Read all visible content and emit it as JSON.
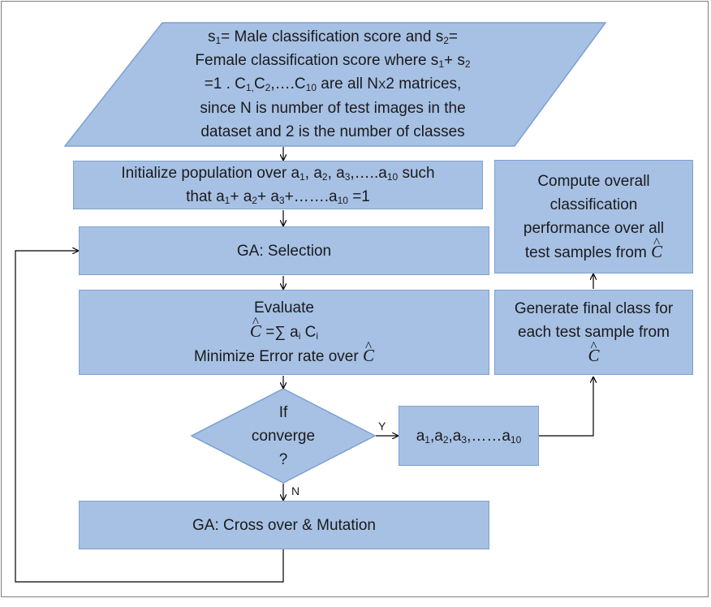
{
  "diagram": {
    "input": {
      "l1": [
        "s",
        "1",
        "= Male classification score  and s",
        "2",
        "="
      ],
      "l2": [
        "Female classification score where s",
        "1",
        "+ s",
        "2"
      ],
      "l3": [
        "=1 . C",
        "1,",
        "C",
        "2",
        ",….C",
        "10",
        "  are all N",
        "X",
        "2 matrices,"
      ],
      "l4": "since N is number of test images in  the",
      "l5": "dataset  and 2 is the number of classes"
    },
    "init": {
      "l1": [
        "Initialize population over a",
        "1",
        ", a",
        "2",
        ", a",
        "3",
        ",…..a",
        "10",
        " such"
      ],
      "l2": [
        "that   a",
        "1",
        "+ a",
        "2",
        "+  a",
        "3",
        "+…….a",
        "10",
        " =1"
      ]
    },
    "selection": "GA: Selection",
    "evaluate": {
      "title": "Evaluate",
      "c_symbol": "C",
      "hat": "^",
      "formula": [
        "=∑ a",
        "i",
        "  C",
        "i"
      ],
      "minimize": "Minimize Error rate over  "
    },
    "decision": {
      "l1": "If",
      "l2": "converge",
      "l3": "?"
    },
    "crossover": "GA: Cross over & Mutation",
    "weights": [
      "a",
      "1",
      ",a",
      "2",
      ",a",
      "3",
      ",……a",
      "10"
    ],
    "final_class": {
      "l1": "Generate final class for",
      "l2": "each test sample from"
    },
    "overall": {
      "l1": "Compute overall",
      "l2": "classification",
      "l3": "performance over  all",
      "l4": "test samples from  "
    },
    "labels": {
      "yes": "Y",
      "no": "N"
    },
    "colors": {
      "fill": "#a7c1e5",
      "stroke": "#7e9fcf",
      "line": "#000000"
    }
  }
}
